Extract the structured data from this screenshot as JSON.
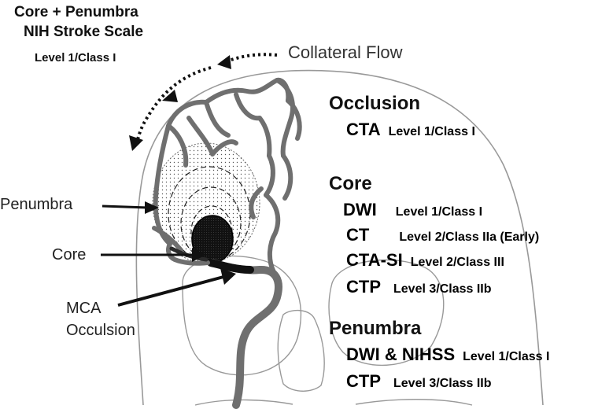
{
  "header": {
    "title": "Core + Penumbra",
    "subtitle": "NIH Stroke Scale",
    "level": "Level 1/Class I"
  },
  "labels": {
    "collateral": "Collateral Flow",
    "penumbra": "Penumbra",
    "core": "Core",
    "mca_line1": "MCA",
    "mca_line2": "Occulsion"
  },
  "sections": {
    "occlusion": {
      "title": "Occlusion",
      "rows": [
        {
          "modality": "CTA",
          "level": "Level 1/Class I"
        }
      ]
    },
    "core": {
      "title": "Core",
      "rows": [
        {
          "modality": "DWI",
          "level": "Level 1/Class I"
        },
        {
          "modality": "CT",
          "level": "Level 2/Class IIa (Early)"
        },
        {
          "modality": "CTA-SI",
          "level": "Level 2/Class III"
        },
        {
          "modality": "CTP",
          "level": "Level 3/Class IIb"
        }
      ]
    },
    "penumbra": {
      "title": "Penumbra",
      "rows": [
        {
          "modality": "DWI & NIHSS",
          "level": "Level 1/Class I"
        },
        {
          "modality": "CTP",
          "level": "Level 3/Class IIb"
        }
      ]
    }
  },
  "colors": {
    "vessel": "#6f6f6f",
    "outline": "#888888",
    "core": "#111111",
    "text": "#111111"
  }
}
